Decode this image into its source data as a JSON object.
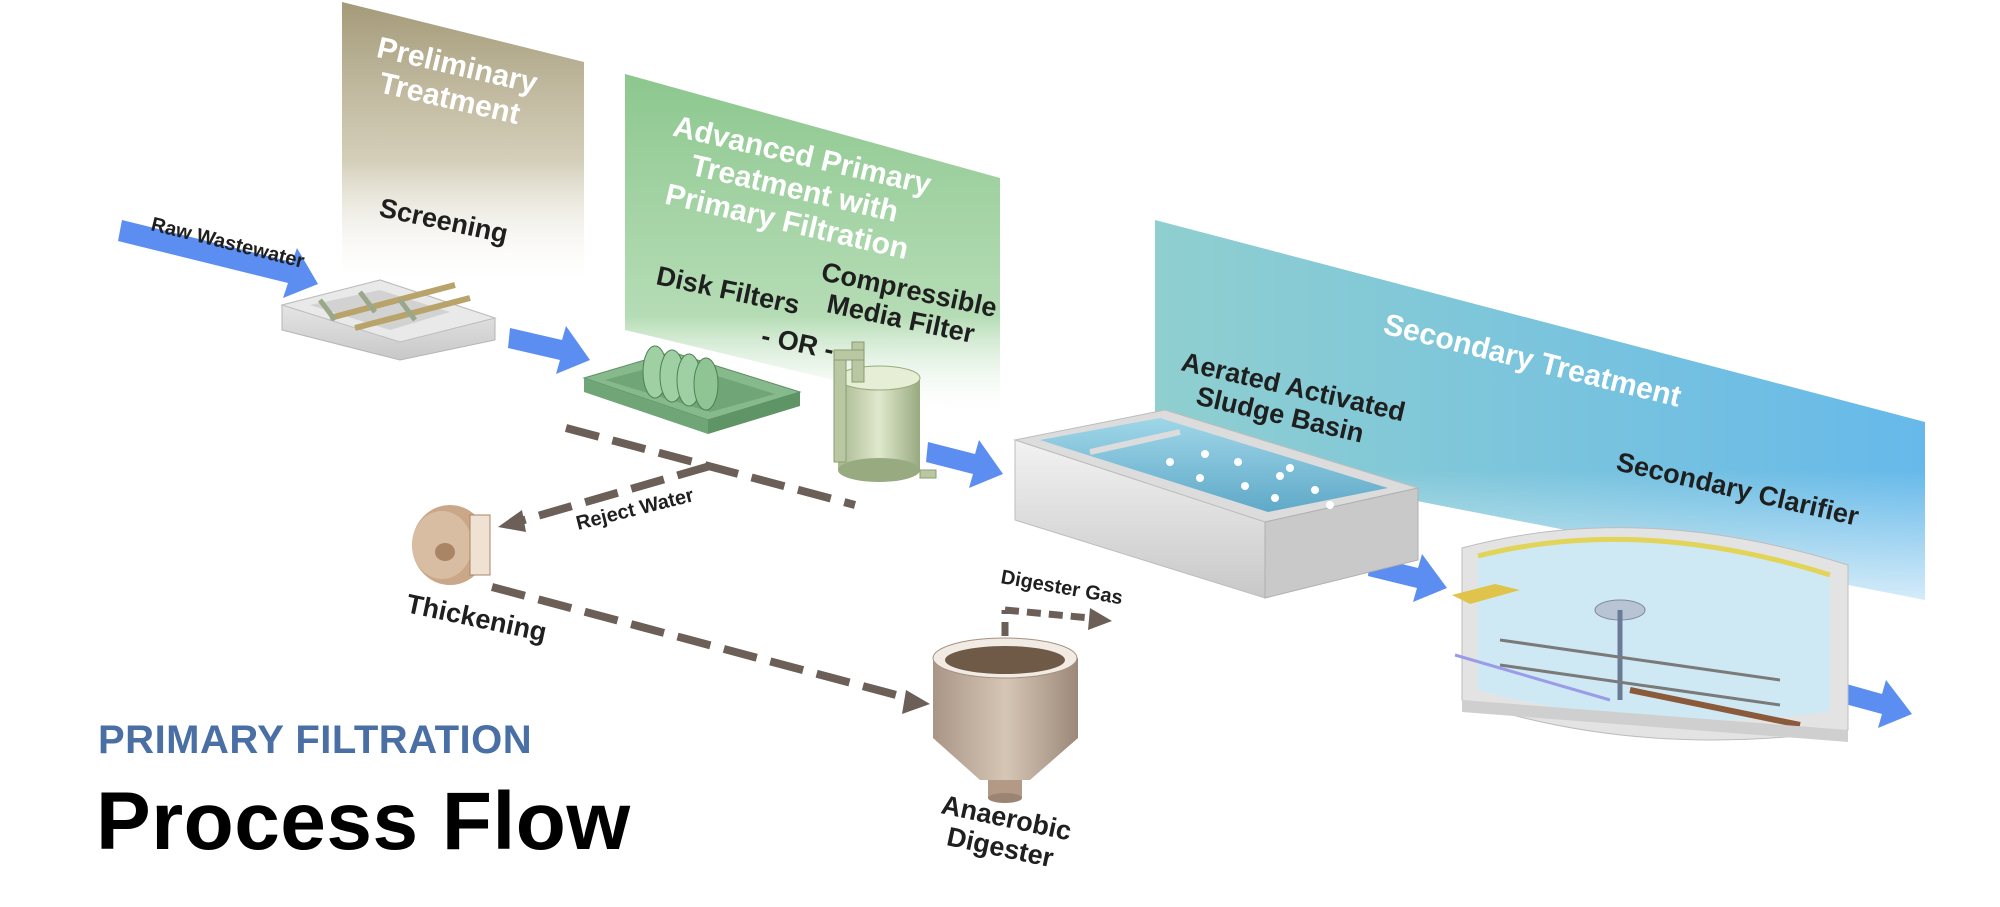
{
  "heading": {
    "subtitle": "PRIMARY FILTRATION",
    "title": "Process Flow"
  },
  "stages": {
    "preliminary": {
      "title_lines": [
        "Preliminary",
        "Treatment"
      ],
      "unit": "Screening"
    },
    "advanced_primary": {
      "title_lines": [
        "Advanced Primary",
        "Treatment with",
        "Primary Filtration"
      ],
      "option_a": "Disk Filters",
      "option_b_lines": [
        "Compressible",
        "Media Filter"
      ],
      "or_label": "- OR -"
    },
    "secondary": {
      "title": "Secondary Treatment",
      "basin_lines": [
        "Aerated Activated",
        "Sludge Basin"
      ],
      "clarifier": "Secondary Clarifier"
    }
  },
  "flows": {
    "influent": "Raw Wastewater",
    "reject": "Reject Water",
    "gas": "Digester Gas"
  },
  "solids": {
    "thickening": "Thickening",
    "digester_lines": [
      "Anaerobic",
      "Digester"
    ]
  },
  "colors": {
    "flow_arrow": "#5b8ef0",
    "solids_arrow": "#6b5f58",
    "preliminary_panel": "#a49a78",
    "advanced_panel": "#8cc78e",
    "secondary_panel_start": "#8fcfcf",
    "secondary_panel_end": "#66b9ea",
    "subtitle": "#4a6fa5",
    "title": "#000000"
  }
}
